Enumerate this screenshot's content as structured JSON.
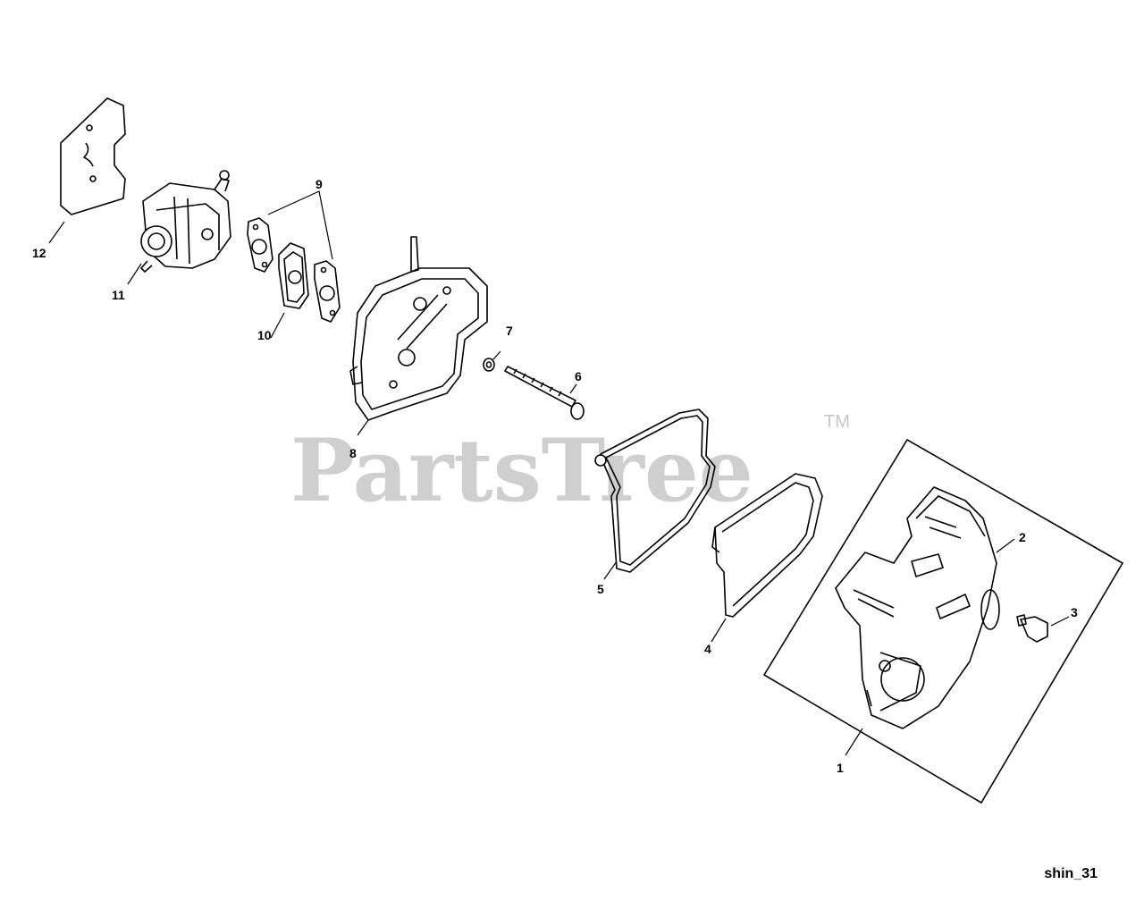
{
  "diagram": {
    "watermark": "PartsTree",
    "trademark": "TM",
    "drawing_code": "shin_31",
    "callouts": [
      "1",
      "2",
      "3",
      "4",
      "5",
      "6",
      "7",
      "8",
      "9",
      "10",
      "11",
      "12"
    ]
  }
}
